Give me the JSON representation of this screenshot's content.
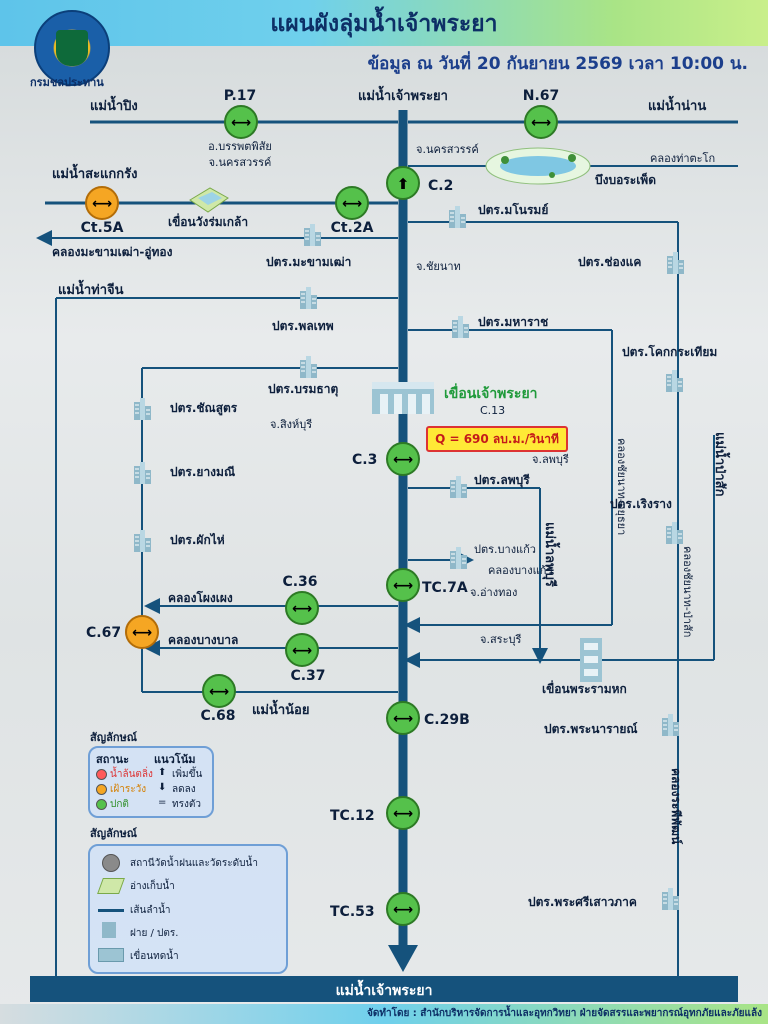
{
  "header": {
    "title": "แผนผังลุ่มน้ำเจ้าพระยา",
    "subtitle": "ข้อมูล ณ วันที่ 20 กันยายน 2569 เวลา 10:00 น.",
    "logo_text": "กรมชลประทาน"
  },
  "rivers": {
    "ping": "แม่น้ำปิง",
    "nan": "แม่น้ำน่าน",
    "chao_top": "แม่น้ำเจ้าพระยา",
    "sakae": "แม่น้ำสะแกกรัง",
    "makham": "คลองมะขามเฒ่า-อู่ทอง",
    "tha_chin": "แม่น้ำท่าจีน",
    "tha_tako": "คลองท่าตะโก",
    "bueng": "บึงบอระเพ็ด",
    "wang_rom": "เขื่อนวังร่มเกล้า",
    "lopburi_r": "แม่น้ำลพบุรี",
    "pasak": "แม่น้ำป่าสัก",
    "chainat_ayut": "คลองชัยนาท-อยุธยา",
    "chainat_pasak": "คลองชัยนาท-ป่าสัก",
    "phong_pheng": "คลองโผงเผง",
    "bang_ban": "คลองบางบาล",
    "noi": "แม่น้ำน้อย",
    "rapeepat": "คลองระพีพัฒน์",
    "bang_kaeo": "คลองบางแก้ว",
    "bottom": "แม่น้ำเจ้าพระยา"
  },
  "stations": {
    "p17": "P.17",
    "n67": "N.67",
    "c2": "C.2",
    "ct5a": "Ct.5A",
    "ct2a": "Ct.2A",
    "c3": "C.3",
    "tc7a": "TC.7A",
    "c36": "C.36",
    "c67": "C.67",
    "c37": "C.37",
    "c68": "C.68",
    "c29b": "C.29B",
    "tc12": "TC.12",
    "tc53": "TC.53"
  },
  "places": {
    "p17_loc": "อ.บรรพตพิสัย",
    "p17_prov": "จ.นครสวรรค์",
    "nakhon_sawan": "จ.นครสวรรค์",
    "chainat": "จ.ชัยนาท",
    "singburi": "จ.สิงห์บุรี",
    "lopburi": "จ.ลพบุรี",
    "angthong": "จ.อ่างทอง",
    "saraburi": "จ.สระบุรี"
  },
  "regulators": {
    "manorom": "ปตร.มโนรมย์",
    "makham": "ปตร.มะขามเฒ่า",
    "chong_khae": "ปตร.ช่องแค",
    "phonlathep": "ปตร.พลเทพ",
    "maharat": "ปตร.มหาราช",
    "khok": "ปตร.โคกกระเทียม",
    "borom": "ปตร.บรมธาตุ",
    "chan": "ปตร.ชัณสูตร",
    "yang": "ปตร.ยางมณี",
    "phak": "ปตร.ผักไห่",
    "lopburi": "ปตร.ลพบุรี",
    "roeng": "ปตร.เริงราง",
    "bang_kaeo": "ปตร.บางแก้ว",
    "narai": "ปตร.พระนารายณ์",
    "sri": "ปตร.พระศรีเสาวภาค"
  },
  "dams": {
    "chao": "เขื่อนเจ้าพระยา",
    "chao_code": "C.13",
    "rama6": "เขื่อนพระรามหก"
  },
  "flow": {
    "q": "Q = 690 ลบ.ม./วินาที"
  },
  "legend": {
    "title1": "สัญลักษณ์",
    "status_h": "สถานะ",
    "trend_h": "แนวโน้ม",
    "status_items": [
      "น้ำล้นตลิ่ง",
      "เฝ้าระวัง",
      "ปกติ"
    ],
    "status_colors": [
      "#ff5b5b",
      "#f5a623",
      "#55c14b"
    ],
    "trend_items": [
      "เพิ่มขึ้น",
      "ลดลง",
      "ทรงตัว"
    ],
    "trend_glyphs": [
      "⬆",
      "⬇",
      "="
    ],
    "title2": "สัญลักษณ์",
    "symbols": [
      "สถานีวัดน้ำฝนและวัดระดับน้ำ",
      "อ่างเก็บน้ำ",
      "เส้นลำน้ำ",
      "ฝาย / ปตร.",
      "เขื่อนทดน้ำ"
    ]
  },
  "footer": {
    "river": "แม่น้ำเจ้าพระยา",
    "credit": "จัดทำโดย : สำนักบริหารจัดการน้ำและอุทกวิทยา ฝ่ายจัดสรรและพยากรณ์อุทกภัยและภัยแล้ง"
  },
  "colors": {
    "river": "#15527c",
    "normal": "#55c14b",
    "watch": "#f5a623",
    "header_text": "#0d2f66"
  }
}
